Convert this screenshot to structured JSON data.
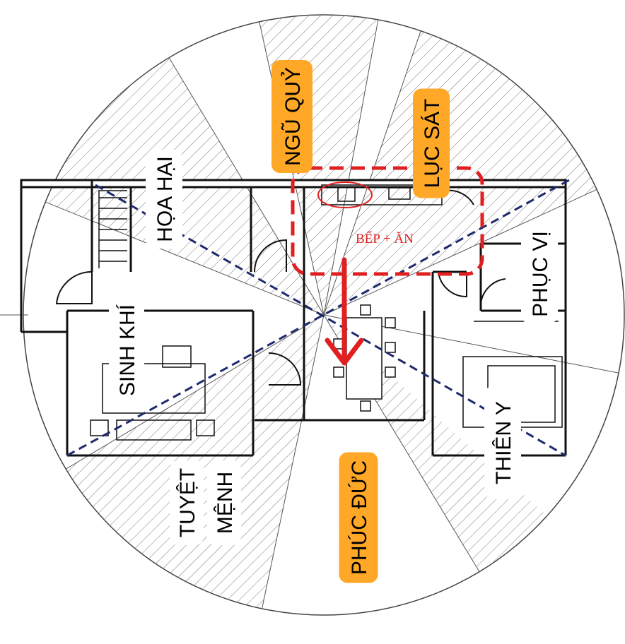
{
  "diagram": {
    "room_label": "BẾP + ĂN",
    "colors": {
      "favorable_bg": "#ffffff",
      "unfavorable_bg": "#ffa726",
      "kitchen_outline": "#e02020",
      "diagonal_lines": "#1f2a6e",
      "wall": "#111111"
    },
    "zones": [
      {
        "name": "NGŨ QUỶ",
        "type": "bad"
      },
      {
        "name": "LỤC SÁT",
        "type": "bad"
      },
      {
        "name": "HỌA HẠI",
        "type": "bad"
      },
      {
        "name": "PHỤC VỊ",
        "type": "good"
      },
      {
        "name": "SINH KHÍ",
        "type": "good"
      },
      {
        "name": "THIÊN Y",
        "type": "good"
      },
      {
        "name": "TUYỆT",
        "type": "bad"
      },
      {
        "name": "MỆNH",
        "type": "bad"
      },
      {
        "name": "PHÚC ĐỨC",
        "type": "good"
      }
    ]
  }
}
